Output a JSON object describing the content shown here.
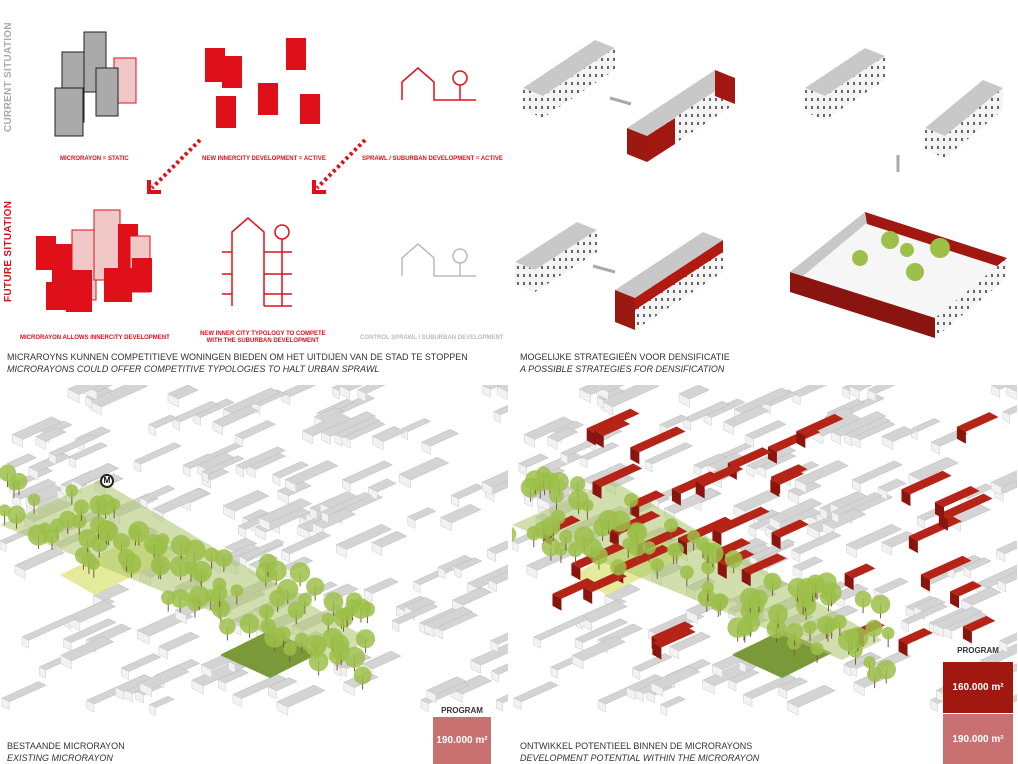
{
  "labels": {
    "current": "CURRENT SITUATION",
    "future": "FUTURE SITUATION"
  },
  "captions": {
    "c1": "MICRORAYON = STATIC",
    "c2": "NEW INNERCITY DEVELOPMENT = ACTIVE",
    "c3": "SPRAWL / SUBURBAN DEVELOPMENT = ACTIVE",
    "f1": "MICRORAYON ALLOWS INNERCITY DEVELOPMENT",
    "f2a": "NEW INNER CITY TYPOLOGY TO COMPETE",
    "f2b": "WITH THE SUBURBAN DEVELOPMENT",
    "f3": "CONTROL SPRAWL / SUBURBAN DEVELOPMENT"
  },
  "titles": {
    "left_nl": "MICRAROYNS KUNNEN COMPETITIEVE WONINGEN BIEDEN OM HET UITDIJEN VAN DE STAD TE STOPPEN",
    "left_en": "MICRORAYONS COULD OFFER COMPETITIVE TYPOLOGIES TO HALT URBAN SPRAWL",
    "right_nl": "MOGELIJKE STRATEGIEËN VOOR DENSIFICATIE",
    "right_en": "A POSSIBLE STRATEGIES FOR DENSIFICATION",
    "map_left_nl": "BESTAANDE MICRORAYON",
    "map_left_en": "EXISTING MICRORAYON",
    "map_right_nl": "ONTWIKKEL POTENTIEEL BINNEN DE MICRORAYONS",
    "map_right_en": "DEVELOPMENT POTENTIAL WITHIN THE MICRORAYON"
  },
  "program": {
    "heading": "PROGRAM",
    "existing": "190.000 m²",
    "added": "160.000 m²",
    "existing_right": "190.000 m²"
  },
  "map_marker": "M",
  "colors": {
    "red": "#e0101a",
    "dark_red": "#a0180f",
    "pink": "#c97070",
    "green": "#8ab43c",
    "gray": "#d8d8d8"
  }
}
